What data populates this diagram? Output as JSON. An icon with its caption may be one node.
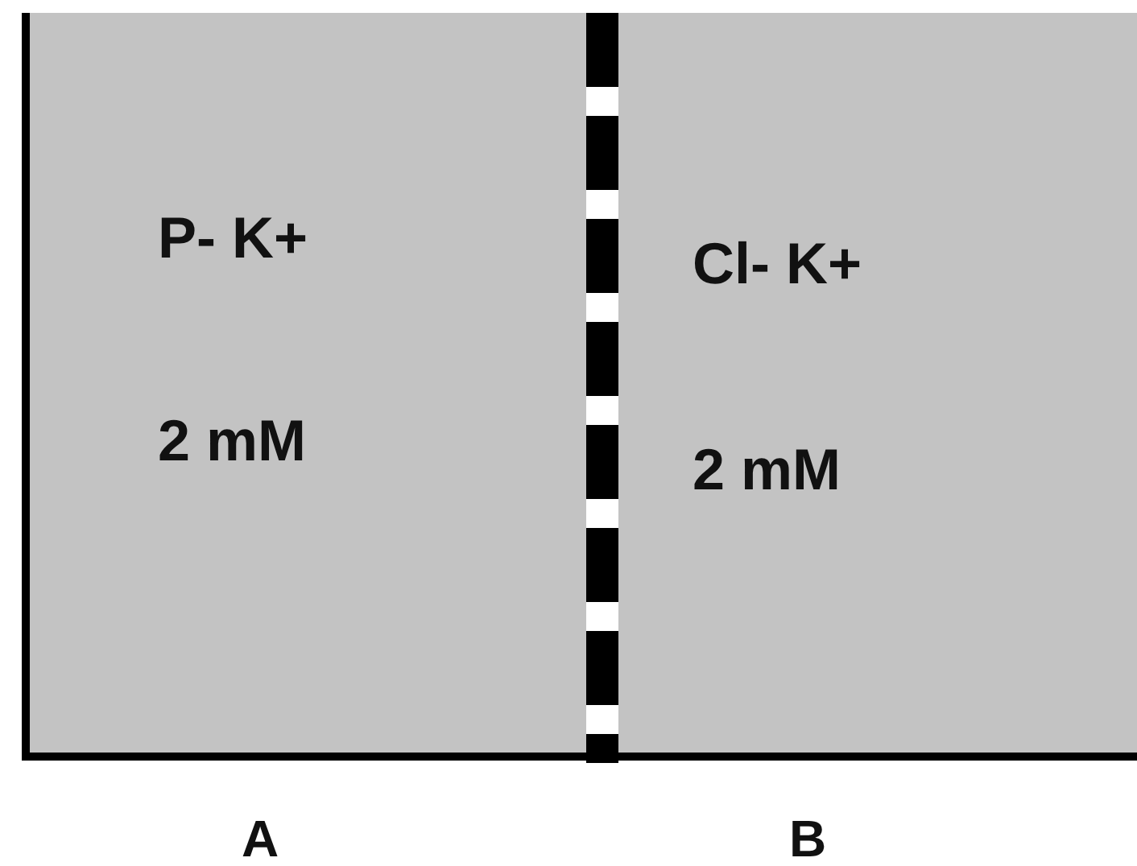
{
  "diagram": {
    "nodes": [
      {
        "text": [
          "P- K+",
          "2 mM"
        ],
        "beside": [
          "A"
        ]
      },
      {
        "text": [
          "Cl- K+",
          "2 mM"
        ],
        "beside": [
          "B"
        ]
      }
    ]
  }
}
